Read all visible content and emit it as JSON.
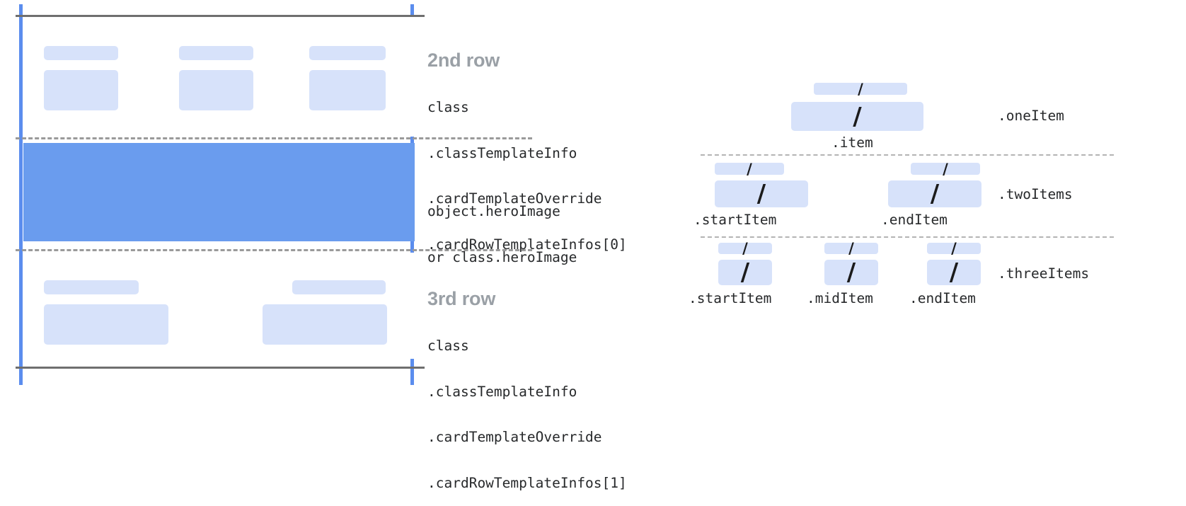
{
  "colors": {
    "hero_blue": "#6a9cee",
    "rule_blue": "#5b8dee",
    "placeholder_blue": "#d7e2fa",
    "heading_gray": "#9aa0a6",
    "rule_gray": "#6f6f6f",
    "dash_gray": "#9a9a9a",
    "text_dark": "#27292b"
  },
  "card_diagram": {
    "rows": [
      {
        "title": "2nd row",
        "code_lines": [
          "class",
          ".classTemplateInfo",
          ".cardTemplateOverride",
          ".cardRowTemplateInfos[0]"
        ]
      },
      {
        "title": "",
        "code_lines": [
          "object.heroImage",
          "or class.heroImage"
        ]
      },
      {
        "title": "3rd row",
        "code_lines": [
          "class",
          ".classTemplateInfo",
          ".cardTemplateOverride",
          ".cardRowTemplateInfos[1]"
        ]
      }
    ]
  },
  "item_diagram": {
    "slash_glyph": "/",
    "groups": [
      {
        "name": ".oneItem",
        "items": [
          {
            "label": ".item"
          }
        ]
      },
      {
        "name": ".twoItems",
        "items": [
          {
            "label": ".startItem"
          },
          {
            "label": ".endItem"
          }
        ]
      },
      {
        "name": ".threeItems",
        "items": [
          {
            "label": ".startItem"
          },
          {
            "label": ".midItem"
          },
          {
            "label": ".endItem"
          }
        ]
      }
    ]
  }
}
